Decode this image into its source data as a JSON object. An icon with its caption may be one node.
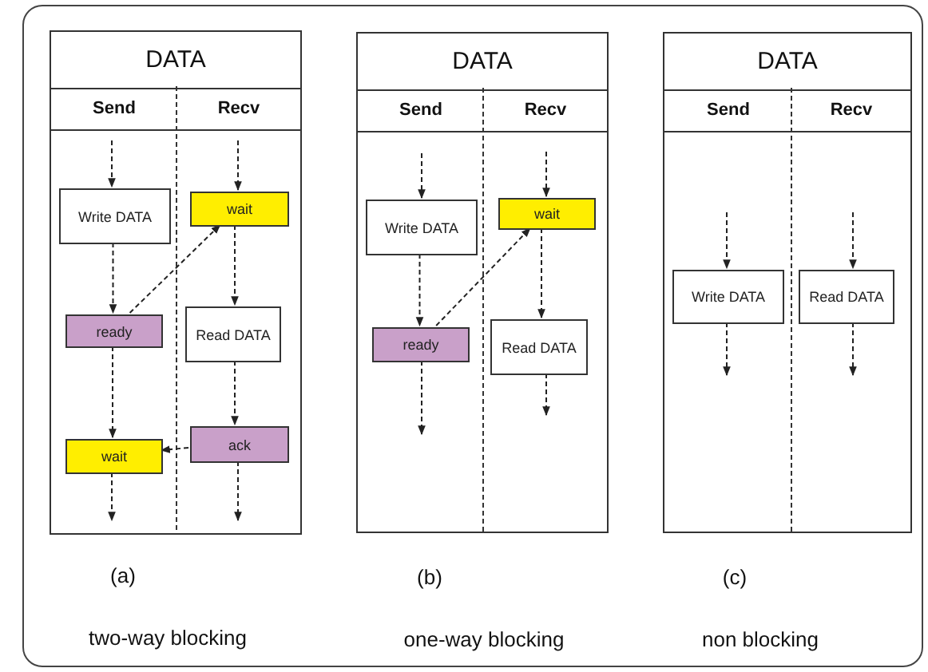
{
  "diagram": {
    "nodes": [
      {
        "text": [
          "DATA",
          "Send",
          "Recv"
        ],
        "beside": [
          "(a)",
          "two-way blocking"
        ]
      },
      {
        "text": [
          "Write DATA"
        ],
        "in": 0
      },
      {
        "text": [
          "wait"
        ],
        "in": 0
      },
      {
        "text": [
          "ready"
        ],
        "in": 0
      },
      {
        "text": [
          "Read DATA"
        ],
        "in": 0
      },
      {
        "text": [
          "ack"
        ],
        "in": 0
      },
      {
        "text": [
          "wait"
        ],
        "in": 0
      },
      {
        "text": [
          "DATA",
          "Send",
          "Recv"
        ],
        "beside": [
          "(b)",
          "one-way blocking"
        ]
      },
      {
        "text": [
          "Write DATA"
        ],
        "in": 7
      },
      {
        "text": [
          "wait"
        ],
        "in": 7
      },
      {
        "text": [
          "ready"
        ],
        "in": 7
      },
      {
        "text": [
          "Read DATA"
        ],
        "in": 7
      },
      {
        "text": [
          "DATA",
          "Send",
          "Recv"
        ],
        "beside": [
          "(c)",
          "non blocking"
        ]
      },
      {
        "text": [
          "Write DATA"
        ],
        "in": 12
      },
      {
        "text": [
          "Read DATA"
        ],
        "in": 12
      }
    ],
    "edges": [
      {
        "from": null,
        "to": 1,
        "arrow": "to",
        "style": "dashed"
      },
      {
        "from": 1,
        "to": 3,
        "arrow": "to",
        "style": "dashed"
      },
      {
        "from": 3,
        "to": 6,
        "arrow": "to",
        "style": "dashed"
      },
      {
        "from": 6,
        "to": null,
        "arrow": "to",
        "style": "dashed"
      },
      {
        "from": null,
        "to": 2,
        "arrow": "to",
        "style": "dashed"
      },
      {
        "from": 2,
        "to": 4,
        "arrow": "to",
        "style": "dashed"
      },
      {
        "from": 4,
        "to": 5,
        "arrow": "to",
        "style": "dashed"
      },
      {
        "from": 5,
        "to": null,
        "arrow": "to",
        "style": "dashed"
      },
      {
        "from": 3,
        "to": 2,
        "arrow": "to",
        "style": "dashed"
      },
      {
        "from": 5,
        "to": 6,
        "arrow": "to",
        "style": "dashed"
      },
      {
        "from": null,
        "to": 8,
        "arrow": "to",
        "style": "dashed"
      },
      {
        "from": 8,
        "to": 10,
        "arrow": "to",
        "style": "dashed"
      },
      {
        "from": 10,
        "to": null,
        "arrow": "to",
        "style": "dashed"
      },
      {
        "from": null,
        "to": 9,
        "arrow": "to",
        "style": "dashed"
      },
      {
        "from": 9,
        "to": 11,
        "arrow": "to",
        "style": "dashed"
      },
      {
        "from": 11,
        "to": null,
        "arrow": "to",
        "style": "dashed"
      },
      {
        "from": 10,
        "to": 9,
        "arrow": "to",
        "style": "dashed"
      },
      {
        "from": null,
        "to": 13,
        "arrow": "to",
        "style": "dashed"
      },
      {
        "from": 13,
        "to": null,
        "arrow": "to",
        "style": "dashed"
      },
      {
        "from": null,
        "to": 14,
        "arrow": "to",
        "style": "dashed"
      },
      {
        "from": 14,
        "to": null,
        "arrow": "to",
        "style": "dashed"
      }
    ]
  }
}
